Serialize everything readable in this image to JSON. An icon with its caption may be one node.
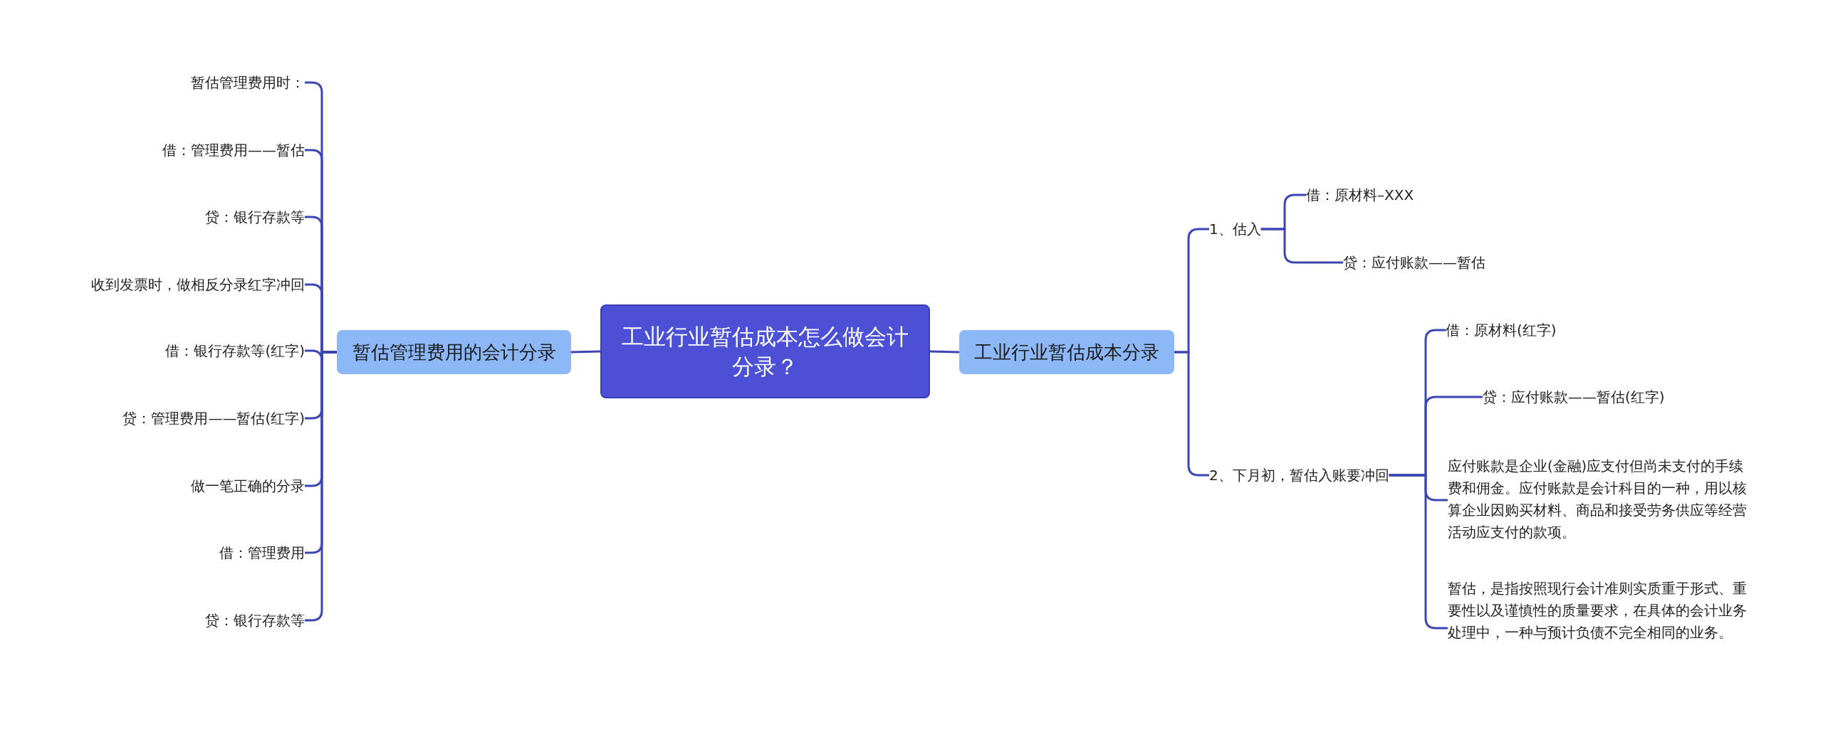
{
  "diagram": {
    "nodes": [
      {
        "text": [
          "工业行业暂估成本怎么做会计分录？"
        ]
      },
      {
        "text": [
          "暂估管理费用的会计分录"
        ]
      },
      {
        "text": [
          "暂估管理费用时："
        ]
      },
      {
        "text": [
          "借：管理费用——暂估"
        ]
      },
      {
        "text": [
          "贷：银行存款等"
        ]
      },
      {
        "text": [
          "收到发票时，做相反分录红字冲回"
        ]
      },
      {
        "text": [
          "借：银行存款等(红字)"
        ]
      },
      {
        "text": [
          "贷：管理费用——暂估(红字)"
        ]
      },
      {
        "text": [
          "做一笔正确的分录"
        ]
      },
      {
        "text": [
          "借：管理费用"
        ]
      },
      {
        "text": [
          "贷：银行存款等"
        ]
      },
      {
        "text": [
          "工业行业暂估成本分录"
        ]
      },
      {
        "text": [
          "1、估入"
        ]
      },
      {
        "text": [
          "借：原材料–XXX"
        ]
      },
      {
        "text": [
          "贷：应付账款——暂估"
        ]
      },
      {
        "text": [
          "2、下月初，暂估入账要冲回"
        ]
      },
      {
        "text": [
          "借：原材料(红字)"
        ]
      },
      {
        "text": [
          "贷：应付账款——暂估(红字)"
        ]
      },
      {
        "text": [
          "应付账款是企业(金融)应支付但尚未支付的手续费和佣金。应付账款是会计科目的一种，用以核算企业因购买材料、商品和接受劳务供应等经营活动应支付的款项。"
        ]
      },
      {
        "text": [
          "暂估，是指按照现行会计准则实质重于形式、重要性以及谨慎性的质量要求，在具体的会计业务处理中，一种与预计负债不完全相同的业务。"
        ]
      }
    ],
    "edges": [
      {
        "from": 0,
        "to": 1,
        "arrow": "none"
      },
      {
        "from": 1,
        "to": 2,
        "arrow": "none"
      },
      {
        "from": 1,
        "to": 3,
        "arrow": "none"
      },
      {
        "from": 1,
        "to": 4,
        "arrow": "none"
      },
      {
        "from": 1,
        "to": 5,
        "arrow": "none"
      },
      {
        "from": 1,
        "to": 6,
        "arrow": "none"
      },
      {
        "from": 1,
        "to": 7,
        "arrow": "none"
      },
      {
        "from": 1,
        "to": 8,
        "arrow": "none"
      },
      {
        "from": 1,
        "to": 9,
        "arrow": "none"
      },
      {
        "from": 1,
        "to": 10,
        "arrow": "none"
      },
      {
        "from": 0,
        "to": 11,
        "arrow": "none"
      },
      {
        "from": 11,
        "to": 12,
        "arrow": "none"
      },
      {
        "from": 12,
        "to": 13,
        "arrow": "none"
      },
      {
        "from": 12,
        "to": 14,
        "arrow": "none"
      },
      {
        "from": 11,
        "to": 15,
        "arrow": "none"
      },
      {
        "from": 15,
        "to": 16,
        "arrow": "none"
      },
      {
        "from": 15,
        "to": 17,
        "arrow": "none"
      },
      {
        "from": 15,
        "to": 18,
        "arrow": "none"
      },
      {
        "from": 15,
        "to": 19,
        "arrow": "none"
      }
    ]
  }
}
